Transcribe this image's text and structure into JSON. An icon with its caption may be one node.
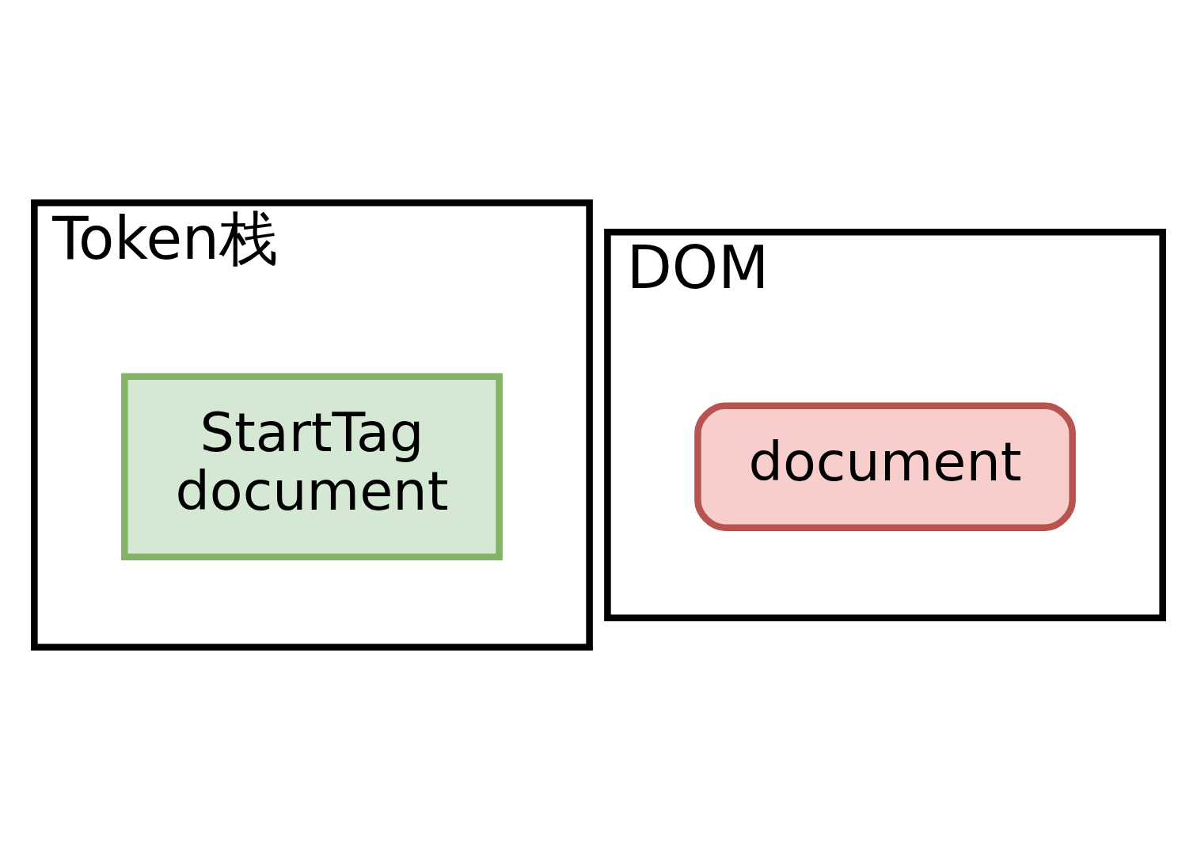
{
  "diagram": {
    "nodes": [
      {
        "text": [
          "Token栈"
        ]
      },
      {
        "text": [
          "StartTag document"
        ],
        "in": 0
      },
      {
        "text": [
          "DOM"
        ]
      },
      {
        "text": [
          "document"
        ],
        "in": 2
      }
    ]
  }
}
